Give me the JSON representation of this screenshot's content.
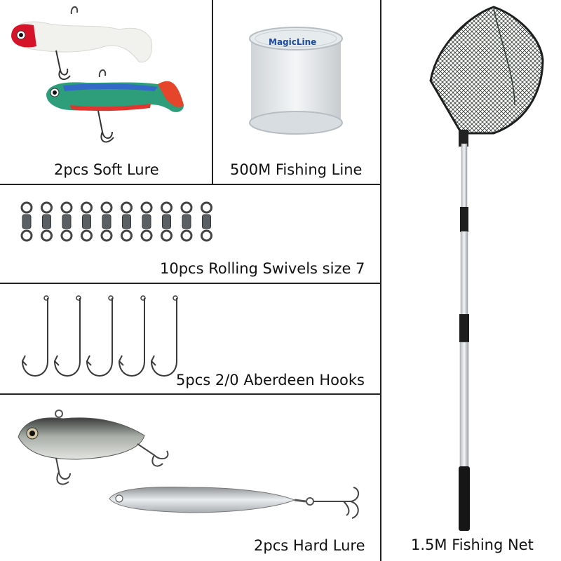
{
  "captions": {
    "soft_lure": "2pcs Soft Lure",
    "fishing_line": "500M Fishing Line",
    "swivels": "10pcs Rolling Swivels size 7",
    "hooks": "5pcs 2/0 Aberdeen Hooks",
    "hard_lure": "2pcs Hard Lure",
    "net": "1.5M Fishing Net"
  },
  "spool_brand": "MagicLine",
  "counts": {
    "swivels": 10,
    "hooks": 5
  },
  "colors": {
    "divider": "#222222",
    "background": "#ffffff"
  },
  "icons": [
    "soft-lure-image",
    "fishing-line-spool-image",
    "swivel-image",
    "hook-image",
    "hard-lure-image",
    "fishing-net-image"
  ]
}
